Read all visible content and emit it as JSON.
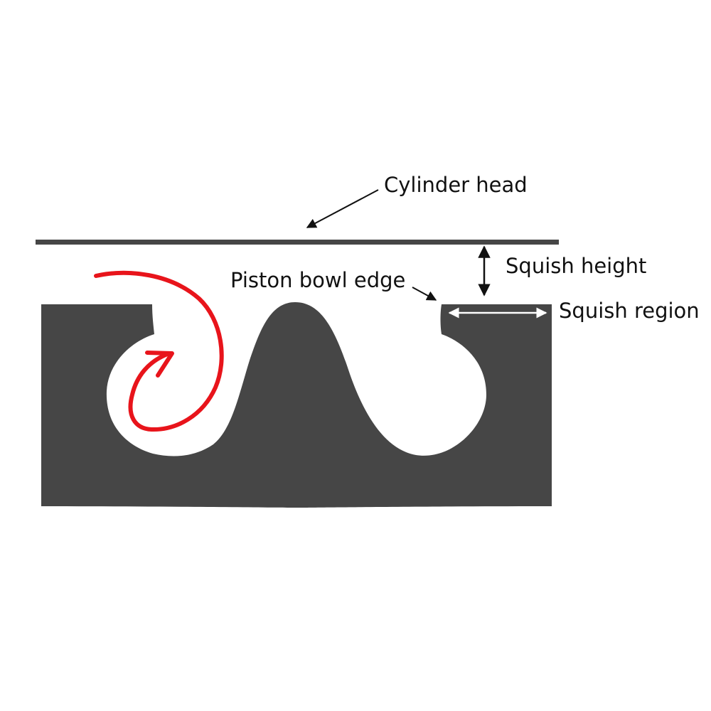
{
  "labels": {
    "cylinder_head": "Cylinder head",
    "squish_height": "Squish height",
    "piston_bowl_edge": "Piston bowl edge",
    "squish_region": "Squish region"
  },
  "colors": {
    "piston": "#464646",
    "cylinder_head": "#464646",
    "swirl_arrow": "#e8141b",
    "leader_arrow": "#111111",
    "dimension_arrow_white": "#ffffff",
    "background": "#ffffff"
  }
}
